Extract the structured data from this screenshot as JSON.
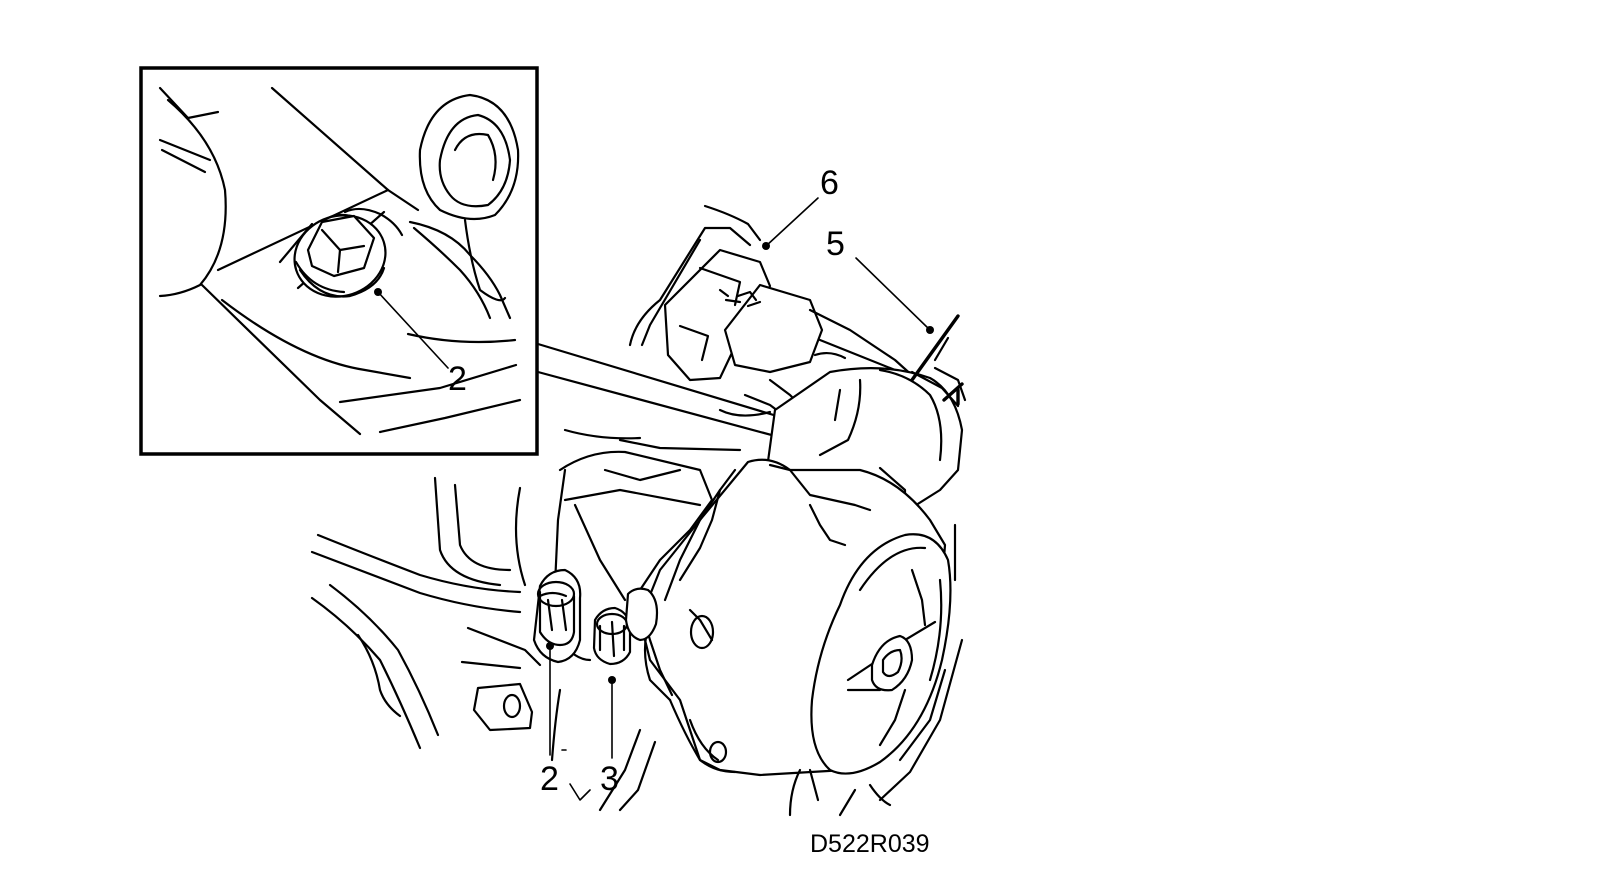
{
  "callouts": {
    "inset_nut": "2",
    "connector": "6",
    "wiring": "5",
    "lower_nut": "2",
    "lower_bolt": "3"
  },
  "figure_ref": "D522R039"
}
